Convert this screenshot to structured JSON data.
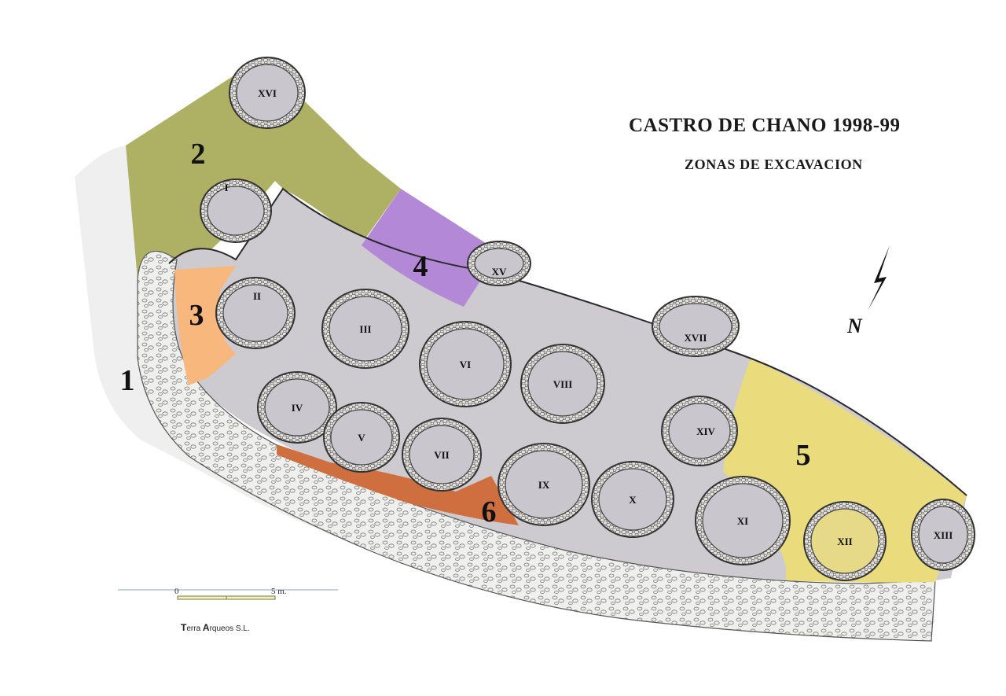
{
  "title": "CASTRO DE CHANO  1998-99",
  "subtitle": "ZONAS DE EXCAVACION",
  "credit": {
    "first_initial": "T",
    "first_rest": "erra ",
    "second_initial": "A",
    "second_rest": "rqueos S.L."
  },
  "north_label": "N",
  "scale": {
    "start_label": "0",
    "end_label": "5 m."
  },
  "colors": {
    "zone_1": "#efefef",
    "zone_2": "#aeb063",
    "zone_3": "#f8b77c",
    "zone_4": "#b389d7",
    "zone_5": "#eadb7d",
    "zone_6": "#cf6e3f",
    "hut_floor": "#c9c7cd",
    "site_gray": "#cdcbd0",
    "wall": "#d6d4d0"
  },
  "zones": [
    {
      "id": "1",
      "label": "1"
    },
    {
      "id": "2",
      "label": "2"
    },
    {
      "id": "3",
      "label": "3"
    },
    {
      "id": "4",
      "label": "4"
    },
    {
      "id": "5",
      "label": "5"
    },
    {
      "id": "6",
      "label": "6"
    }
  ],
  "huts": [
    {
      "id": "I",
      "label": "I"
    },
    {
      "id": "II",
      "label": "II"
    },
    {
      "id": "III",
      "label": "III"
    },
    {
      "id": "IV",
      "label": "IV"
    },
    {
      "id": "V",
      "label": "V"
    },
    {
      "id": "VI",
      "label": "VI"
    },
    {
      "id": "VII",
      "label": "VII"
    },
    {
      "id": "VIII",
      "label": "VIII"
    },
    {
      "id": "IX",
      "label": "IX"
    },
    {
      "id": "X",
      "label": "X"
    },
    {
      "id": "XI",
      "label": "XI"
    },
    {
      "id": "XII",
      "label": "XII"
    },
    {
      "id": "XIII",
      "label": "XIII"
    },
    {
      "id": "XIV",
      "label": "XIV"
    },
    {
      "id": "XV",
      "label": "XV"
    },
    {
      "id": "XVI",
      "label": "XVI"
    },
    {
      "id": "XVII",
      "label": "XVII"
    }
  ]
}
